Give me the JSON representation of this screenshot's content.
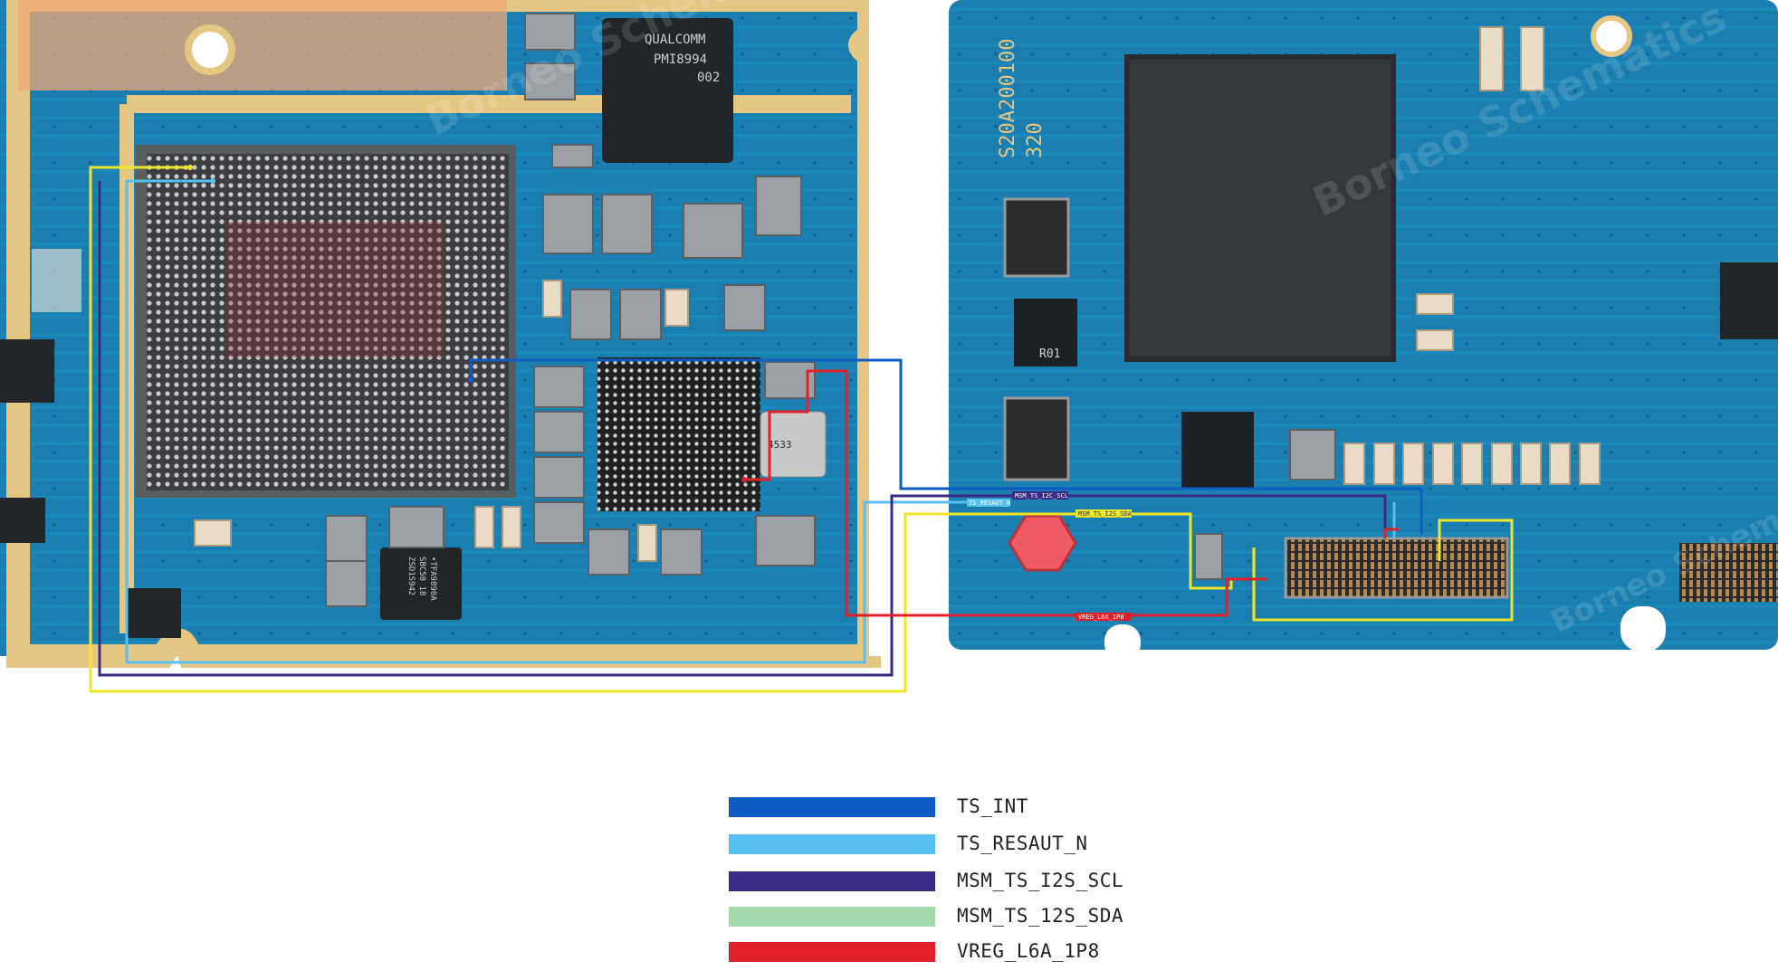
{
  "legend": {
    "items": [
      {
        "label": "TS_INT",
        "color": "#0d5cc4"
      },
      {
        "label": "TS_RESAUT_N",
        "color": "#58c0f0"
      },
      {
        "label": "MSM_TS_I2S_SCL",
        "color": "#3a2a86"
      },
      {
        "label": "MSM_TS_12S_SDA",
        "color": "#a6d8ae"
      },
      {
        "label": "VREG_L6A_1P8",
        "color": "#e2202a"
      }
    ]
  },
  "board": {
    "pmic_chip": {
      "line1": "QUALCOMM",
      "line2": "PMI8994",
      "line3": "002"
    },
    "amp_chip": {
      "line1": "•TFA9890A",
      "line2": "SBC58 18",
      "line3": "ZSD1S942"
    },
    "crystal_marking": "4533",
    "panel_code": "S20A200100",
    "panel_code2": "320",
    "part_ref": "R01",
    "watermark": "Borneo Schematics",
    "net_labels": {
      "scl": "MSM_TS_I2C_SCL",
      "sda": "MSM_TS_I2S_SDA",
      "resaut": "TS_RESAUT_N",
      "vreg": "VREG_L6A_1P8"
    }
  },
  "colors": {
    "pcb": "#1a7fb0",
    "pcb_dark": "#0f5f8c",
    "gold": "#e6c683",
    "chip": "#232629"
  }
}
